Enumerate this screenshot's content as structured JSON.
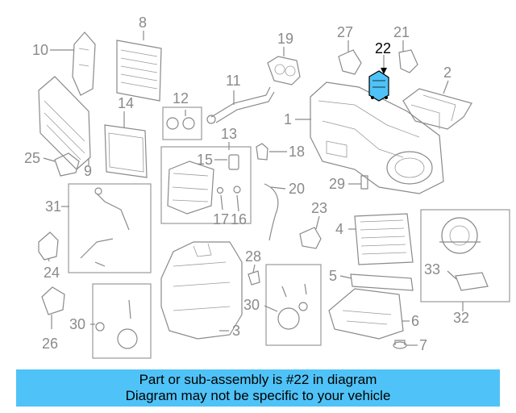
{
  "highlight_color": "#4fc3f7",
  "highlighted_part": "22",
  "banner": {
    "line1": "Part or sub-assembly is #22 in diagram",
    "line2": "Diagram may not be specific to your vehicle"
  },
  "callouts": {
    "c1": "1",
    "c2": "2",
    "c3": "3",
    "c4": "4",
    "c5": "5",
    "c6": "6",
    "c7": "7",
    "c8": "8",
    "c9": "9",
    "c10": "10",
    "c11": "11",
    "c12": "12",
    "c13": "13",
    "c14": "14",
    "c15": "15",
    "c16": "16",
    "c17": "17",
    "c18": "18",
    "c19": "19",
    "c20": "20",
    "c21": "21",
    "c22": "22",
    "c23": "23",
    "c24": "24",
    "c25": "25",
    "c26": "26",
    "c27": "27",
    "c28": "28",
    "c29": "29",
    "c30a": "30",
    "c30b": "30",
    "c31": "31",
    "c32": "32",
    "c33": "33"
  }
}
